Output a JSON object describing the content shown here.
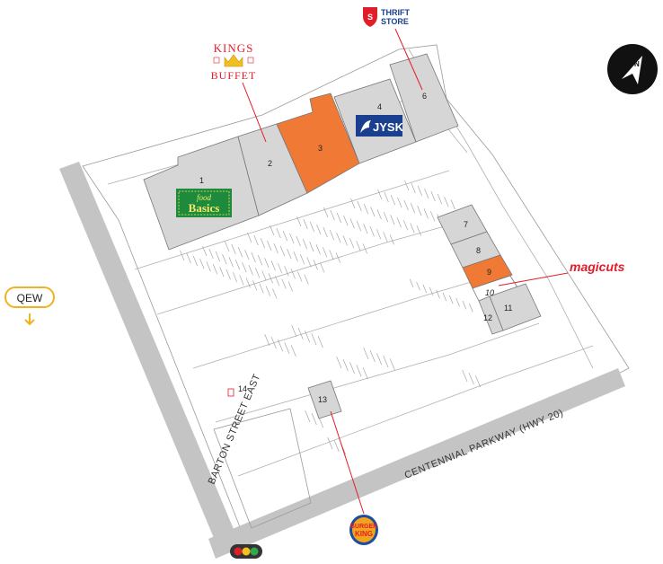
{
  "units": [
    {
      "id": "unit-1",
      "label": "1",
      "tenant": "Food Basics"
    },
    {
      "id": "unit-2",
      "label": "2"
    },
    {
      "id": "unit-3",
      "label": "3",
      "highlight": true
    },
    {
      "id": "unit-4",
      "label": "4",
      "tenant": "JYSK"
    },
    {
      "id": "unit-6",
      "label": "6",
      "tenant": "Thrift Store"
    },
    {
      "id": "unit-7",
      "label": "7"
    },
    {
      "id": "unit-8",
      "label": "8"
    },
    {
      "id": "unit-9",
      "label": "9",
      "highlight": true
    },
    {
      "id": "unit-10",
      "label": "10"
    },
    {
      "id": "unit-11",
      "label": "11"
    },
    {
      "id": "unit-12",
      "label": "12"
    },
    {
      "id": "unit-13",
      "label": "13",
      "tenant": "Burger King"
    },
    {
      "id": "unit-14",
      "label": "14"
    }
  ],
  "logos": {
    "food_basics_line1": "food",
    "food_basics_line2": "Basics",
    "kings_line1": "KINGS",
    "kings_line2": "BUFFET",
    "thrift_line1": "THRIFT",
    "thrift_line2": "STORE",
    "jysk": "JYSK",
    "magicuts": "magicuts",
    "burger_king_line1": "BURGER",
    "burger_king_line2": "KING"
  },
  "streets": {
    "barton": "BARTON STREET EAST",
    "centennial": "CENTENNIAL PARKWAY  (HWY 20)"
  },
  "qew": {
    "label": "QEW",
    "arrow": "down-arrow-icon"
  },
  "compass": {
    "label": "N",
    "icon": "north-arrow-icon"
  },
  "colors": {
    "highlight": "#f07a35",
    "building": "#d6d6d6",
    "road": "#c4c4c4",
    "qew": "#f0b21e",
    "food_basics": "#1e8a3c",
    "jysk": "#1a3f8f",
    "red": "#e21d2a"
  }
}
